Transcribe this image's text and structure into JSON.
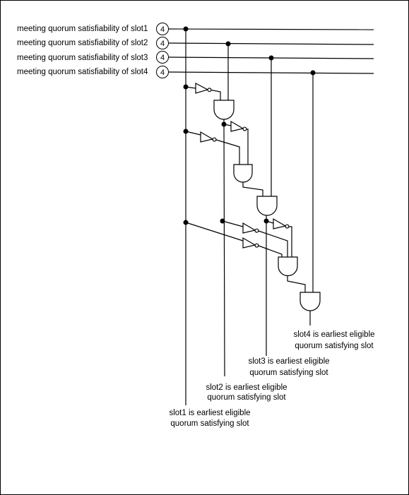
{
  "inputs": [
    {
      "label": "meeting quorum satisfiability of slot1",
      "bus_width": "4"
    },
    {
      "label": "meeting quorum satisfiability of slot2",
      "bus_width": "4"
    },
    {
      "label": "meeting quorum satisfiability of slot3",
      "bus_width": "4"
    },
    {
      "label": "meeting quorum satisfiability of slot4",
      "bus_width": "4"
    }
  ],
  "outputs": [
    {
      "line1": "slot1 is earliest eligible",
      "line2": "quorum satisfying slot"
    },
    {
      "line1": "slot2 is earliest eligible",
      "line2": "quorum satisfying slot"
    },
    {
      "line1": "slot3 is earliest eligible",
      "line2": "quorum satisfying slot"
    },
    {
      "line1": "slot4 is earliest eligible",
      "line2": "quorum satisfying slot"
    }
  ]
}
